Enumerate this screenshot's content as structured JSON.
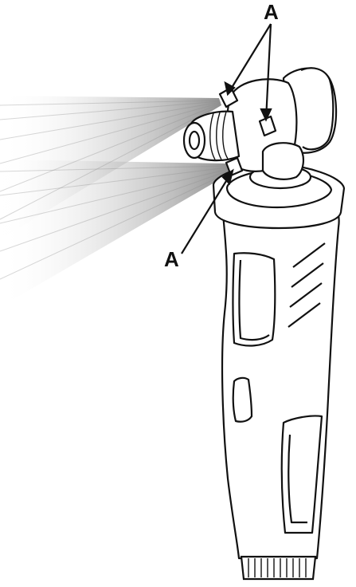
{
  "diagram": {
    "callouts": [
      {
        "id": "top",
        "label": "A"
      },
      {
        "id": "bottom",
        "label": "A"
      }
    ],
    "colors": {
      "outline": "#111111",
      "body": "#ffffff",
      "spray": "#9a9a9a"
    }
  }
}
